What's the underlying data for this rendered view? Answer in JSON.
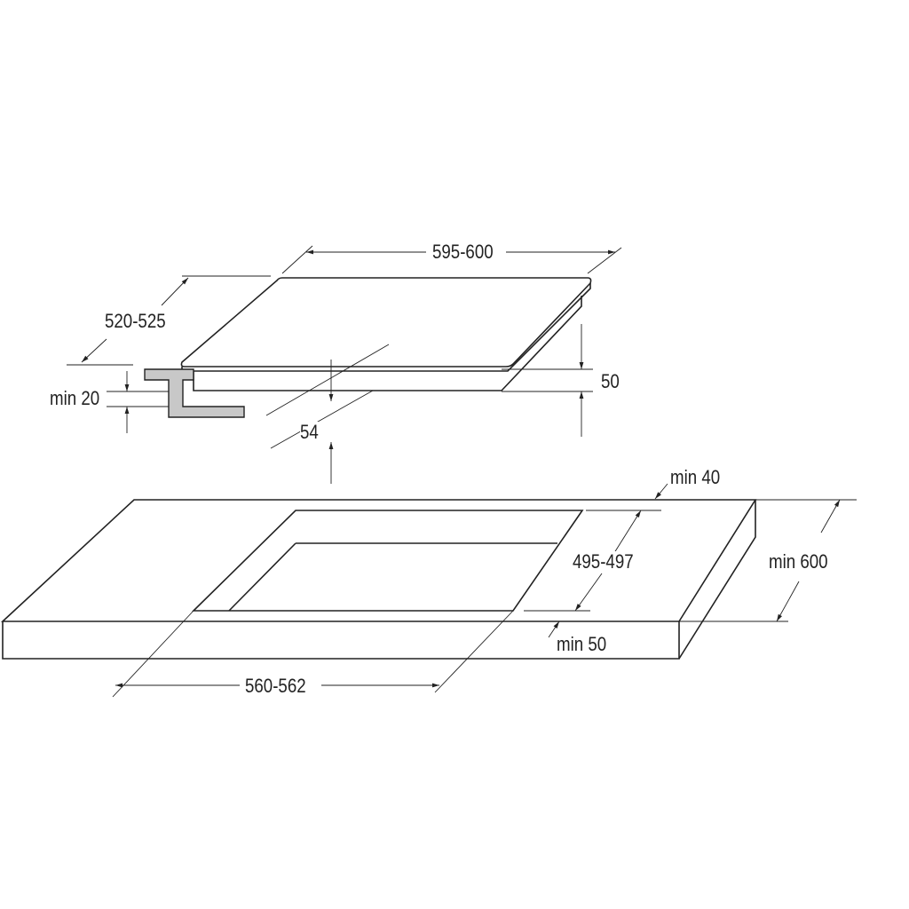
{
  "labels": {
    "hob_width": "595-600",
    "hob_depth": "520-525",
    "bracket_min": "min 20",
    "hob_height": "50",
    "body_height": "54",
    "back_clearance": "min 40",
    "cutout_depth": "495-497",
    "counter_depth": "min 600",
    "front_clearance": "min 50",
    "cutout_width": "560-562"
  },
  "colors": {
    "line": "#222222",
    "bracket_fill": "#c8c8c8"
  }
}
